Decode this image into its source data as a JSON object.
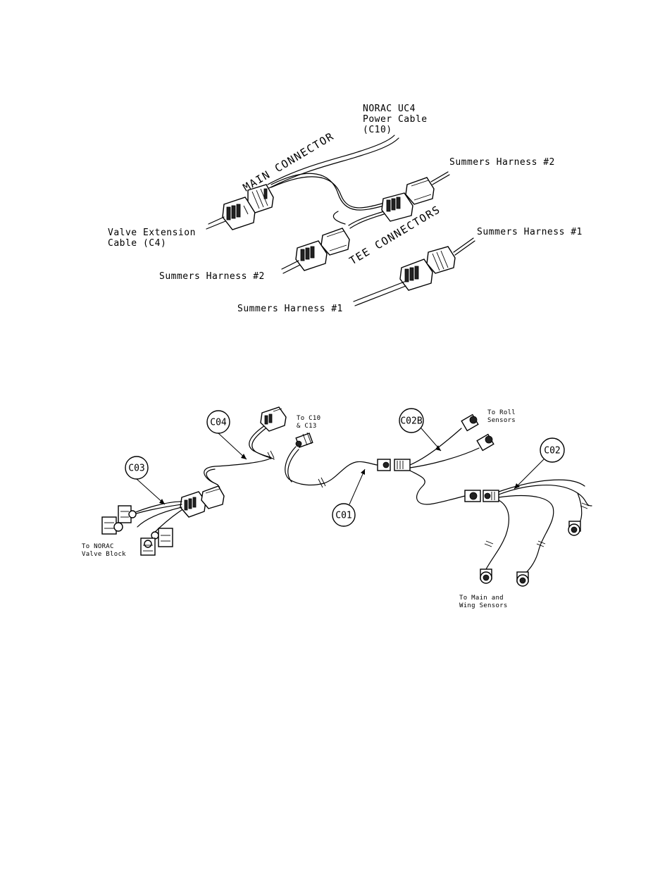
{
  "top_diagram": {
    "labels": {
      "norac_power_cable": [
        "NORAC UC4",
        "Power Cable",
        "(C10)"
      ],
      "main_connector": "MAIN CONNECTOR",
      "tee_connectors": "TEE CONNECTORS",
      "summers_harness_2_right": "Summers Harness #2",
      "summers_harness_1_right": "Summers Harness #1",
      "valve_extension_cable": [
        "Valve Extension",
        "Cable (C4)"
      ],
      "summers_harness_2_left": "Summers Harness #2",
      "summers_harness_1_bottom": "Summers Harness #1"
    }
  },
  "bottom_diagram": {
    "callouts": {
      "c04": "C04",
      "c03": "C03",
      "c01": "C01",
      "c02b": "C02B",
      "c02": "C02"
    },
    "labels": {
      "to_c10_c13": [
        "To C10",
        "& C13"
      ],
      "to_roll_sensors": [
        "To Roll",
        "Sensors"
      ],
      "to_norac_valve_block": [
        "To NORAC",
        "Valve Block"
      ],
      "to_main_wing_sensors": [
        "To Main and",
        "Wing Sensors"
      ]
    }
  }
}
